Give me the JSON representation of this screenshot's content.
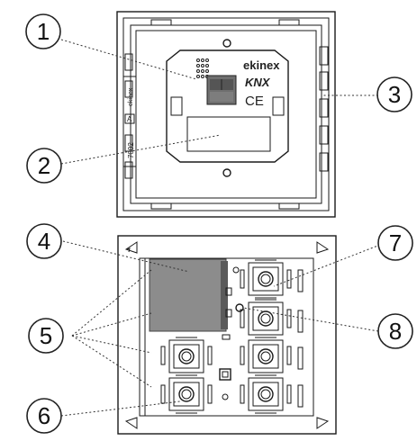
{
  "callouts": [
    {
      "id": "1",
      "text": "1"
    },
    {
      "id": "2",
      "text": "2"
    },
    {
      "id": "3",
      "text": "3"
    },
    {
      "id": "4",
      "text": "4"
    },
    {
      "id": "5",
      "text": "5"
    },
    {
      "id": "6",
      "text": "6"
    },
    {
      "id": "7",
      "text": "7"
    },
    {
      "id": "8",
      "text": "8"
    }
  ],
  "device_labels": {
    "brand": "ekinex",
    "protocol": "KNX",
    "certification": "CE",
    "side_brand": "ekinex",
    "side_letter": "A",
    "side_model": "7002"
  }
}
